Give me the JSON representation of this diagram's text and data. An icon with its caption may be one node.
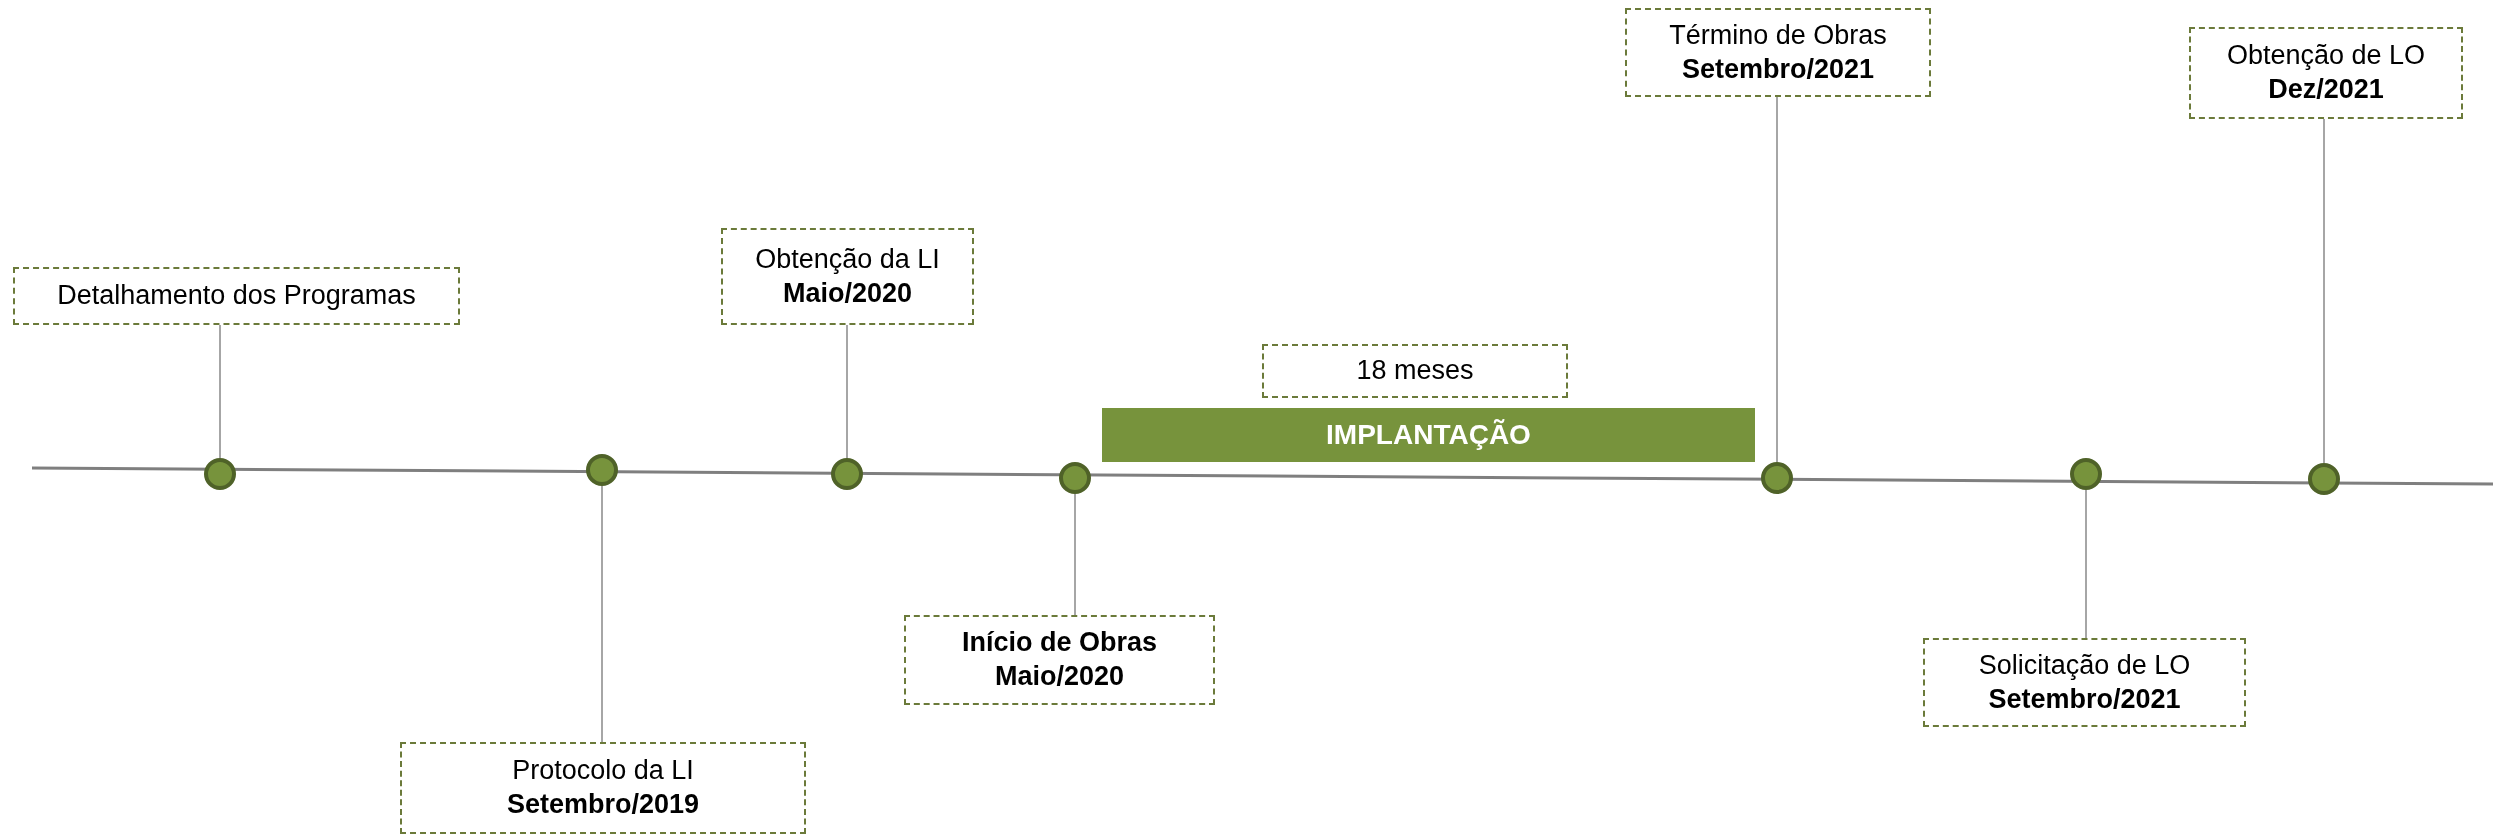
{
  "diagram": {
    "nodes": [
      {
        "text": [
          "Detalhamento dos Programas"
        ]
      },
      {
        "text": [
          "Protocolo da LI",
          "Setembro/2019"
        ]
      },
      {
        "text": [
          "Obtenção da LI",
          "Maio/2020"
        ]
      },
      {
        "text": [
          "Início de Obras",
          "Maio/2020"
        ]
      },
      {
        "text": [
          "18 meses"
        ]
      },
      {
        "text": [
          "IMPLANTAÇÃO"
        ]
      },
      {
        "text": [
          "Término de Obras",
          "Setembro/2021"
        ]
      },
      {
        "text": [
          "Solicitação de LO",
          "Setembro/2021"
        ]
      },
      {
        "text": [
          "Obtenção de LO",
          "Dez/2021"
        ]
      },
      {
        "text": [],
        "shape": "circle"
      },
      {
        "text": [],
        "shape": "circle"
      },
      {
        "text": [],
        "shape": "circle"
      },
      {
        "text": [],
        "shape": "circle"
      },
      {
        "text": [],
        "shape": "circle"
      },
      {
        "text": [],
        "shape": "circle"
      },
      {
        "text": [],
        "shape": "circle"
      }
    ],
    "edges": [
      {
        "from": 0,
        "to": 9,
        "arrow": "none"
      },
      {
        "from": 1,
        "to": 10,
        "arrow": "none"
      },
      {
        "from": 2,
        "to": 11,
        "arrow": "none"
      },
      {
        "from": 3,
        "to": 12,
        "arrow": "none"
      },
      {
        "from": 6,
        "to": 13,
        "arrow": "none"
      },
      {
        "from": 7,
        "to": 14,
        "arrow": "none"
      },
      {
        "from": 8,
        "to": 15,
        "arrow": "none"
      }
    ]
  }
}
